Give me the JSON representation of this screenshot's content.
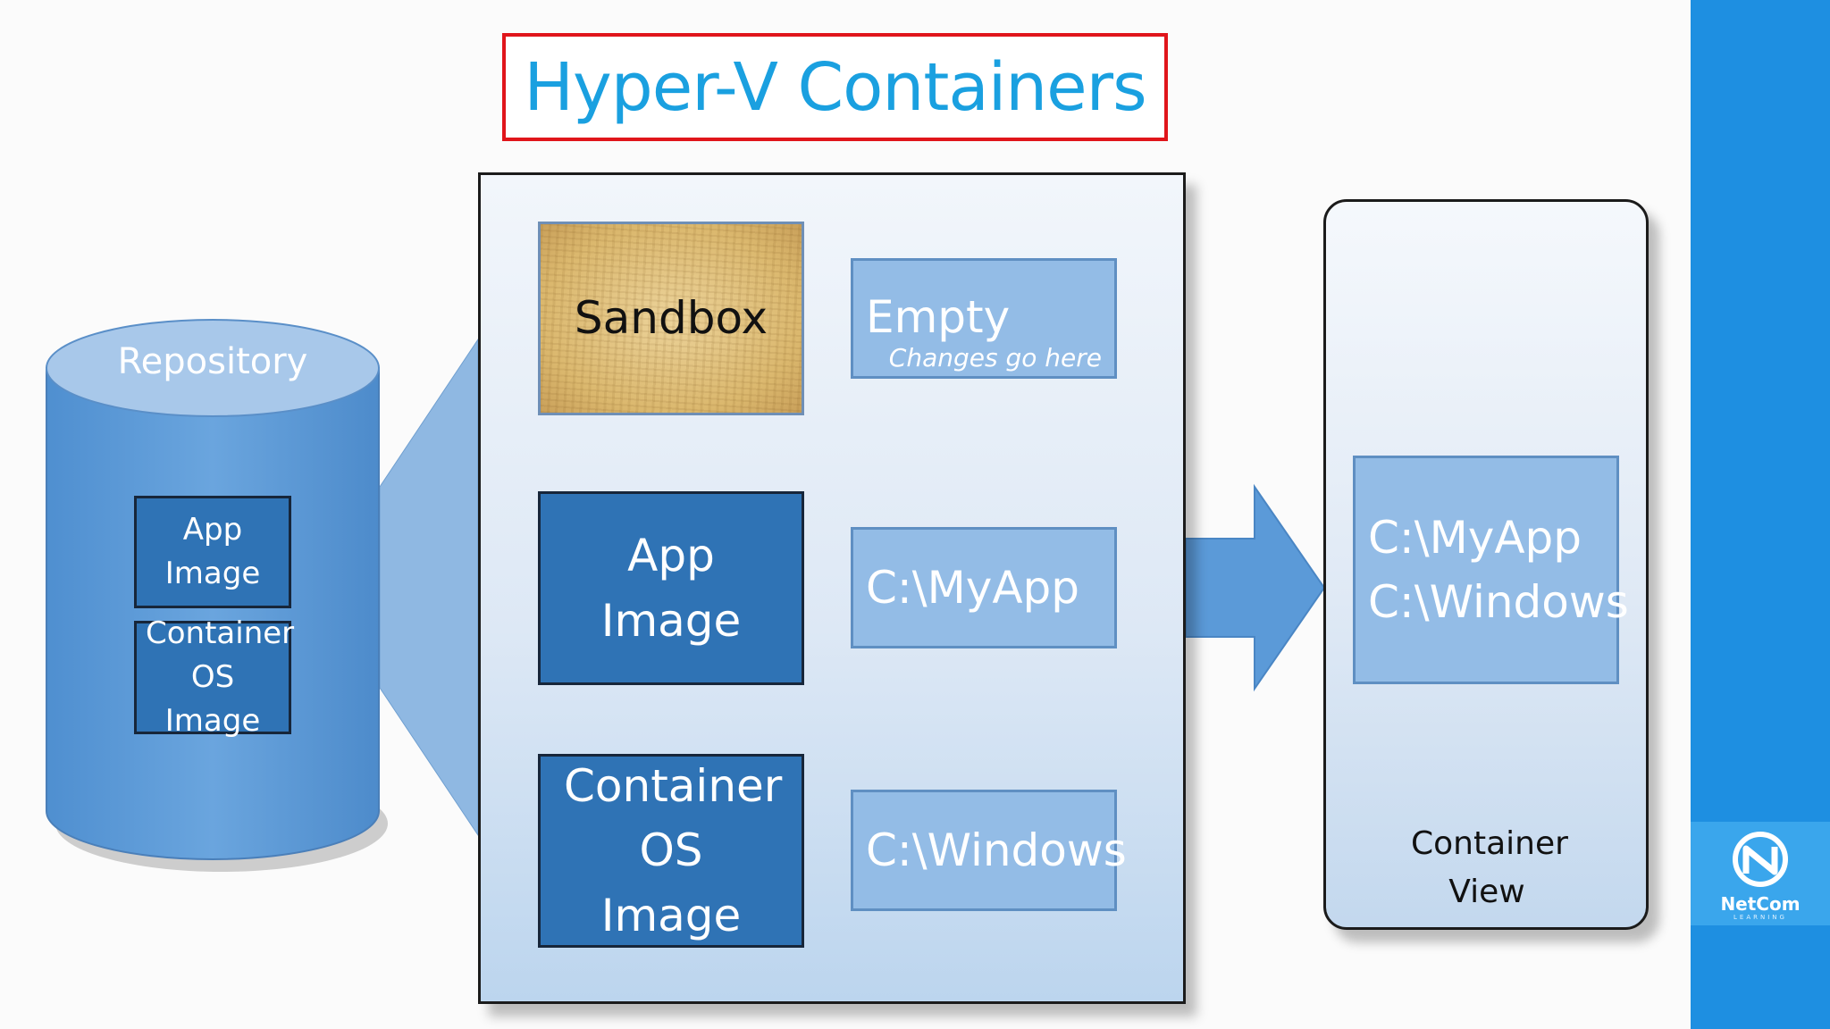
{
  "title": "Hyper-V Containers",
  "repository": {
    "label": "Repository",
    "items": [
      "App Image",
      "Container OS Image"
    ]
  },
  "layers": [
    {
      "image": "Sandbox",
      "path": "Empty",
      "note": "Changes go here"
    },
    {
      "image": "App Image",
      "path": "C:\\MyApp"
    },
    {
      "image": "Container OS Image",
      "path": "C:\\Windows"
    }
  ],
  "container_view": {
    "paths": [
      "C:\\MyApp",
      "C:\\Windows"
    ],
    "label": "Container View"
  },
  "brand": {
    "name": "NetCom",
    "tagline": "LEARNING"
  },
  "colors": {
    "title": "#1aa0e0",
    "title_border": "#e0151b",
    "dark_box": "#2f73b5",
    "light_box": "#93bce6",
    "cylinder": "#5f9bd7",
    "sidebar": "#1e8fe1"
  }
}
